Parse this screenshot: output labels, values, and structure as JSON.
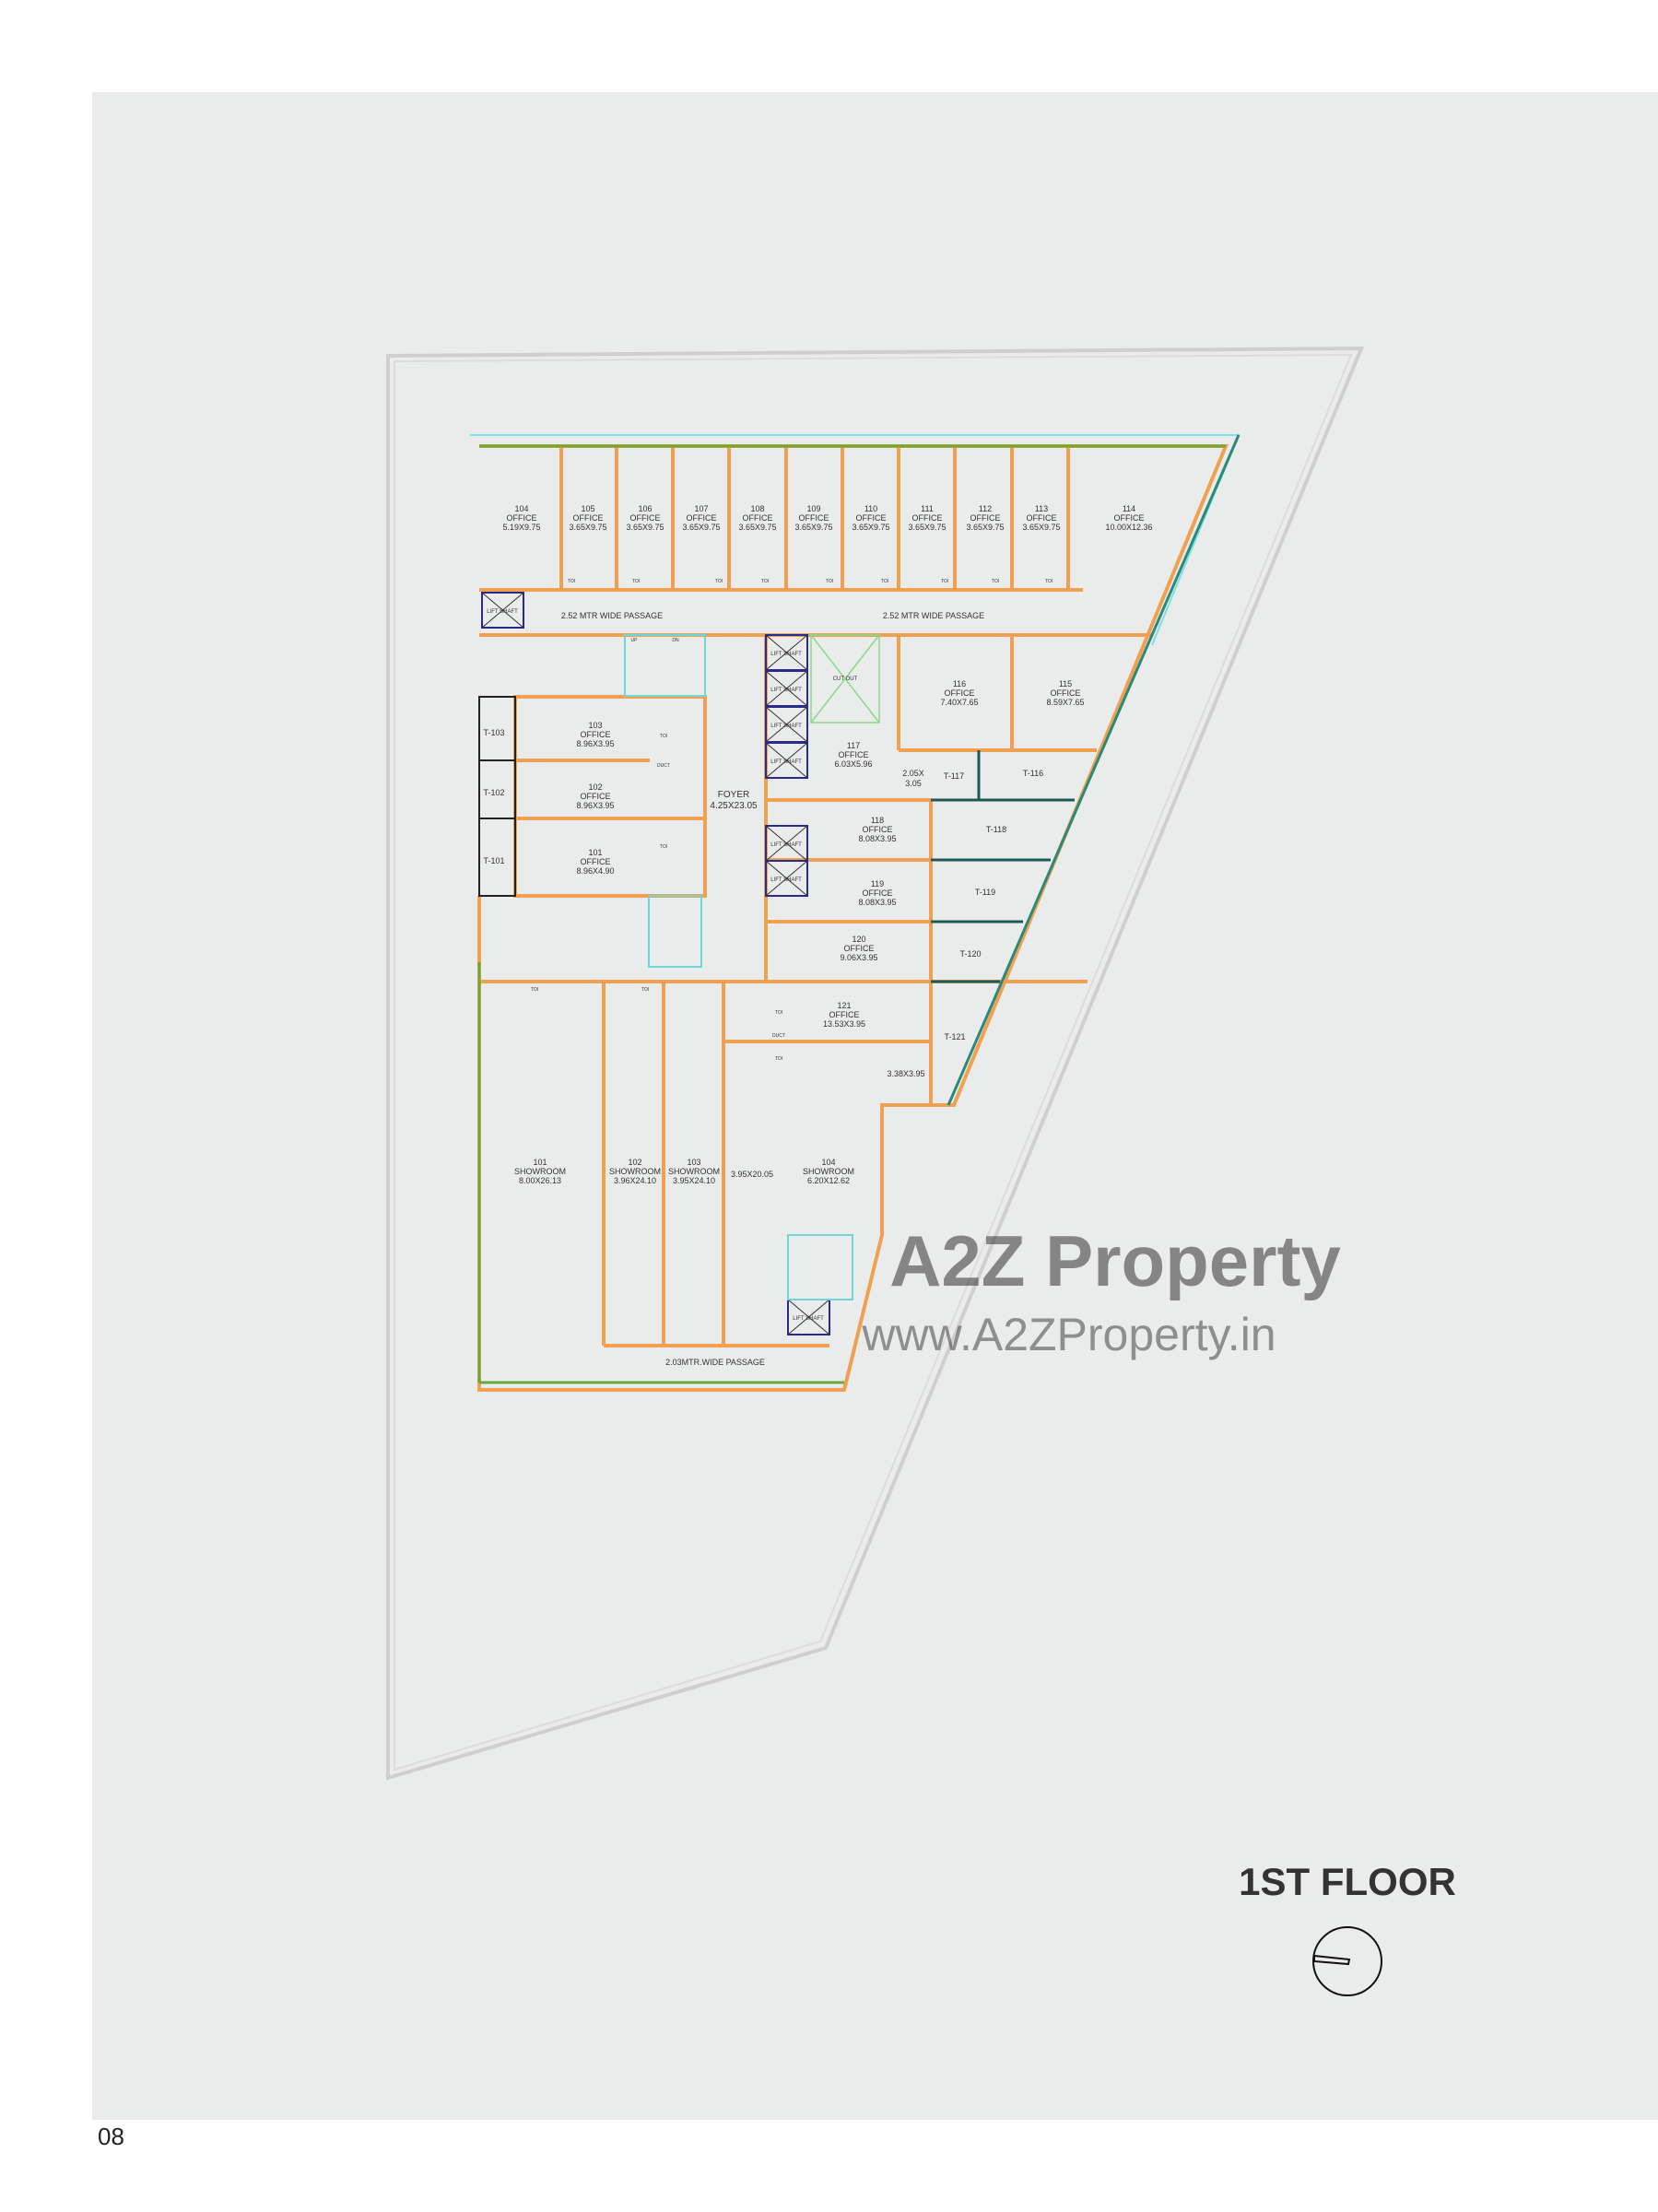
{
  "page_number": "08",
  "title": "1ST FLOOR",
  "compass_icon": "north-arrow-icon",
  "watermark": {
    "logo": "A2Z Property",
    "url": "www.A2ZProperty.in"
  },
  "colors": {
    "background": "#eaebeb",
    "wall": "#f0a050",
    "glass": "#6aaa3a",
    "column": "#2a2a8a",
    "facade": "#2a8a7a",
    "balcony": "#7ee0e0"
  },
  "passages": [
    "2.52 MTR WIDE PASSAGE",
    "2.52 MTR WIDE PASSAGE",
    "2.03MTR.WIDE PASSAGE"
  ],
  "foyer": {
    "name": "FOYER",
    "dim": "4.25X23.05"
  },
  "cut_out": "CUT OUT",
  "misc_dims": [
    "2.05X",
    "3.05",
    "3.38X3.95",
    "3.95X20.05"
  ],
  "lift_label": "LIFT SHAFT",
  "toilet_label": "TOI",
  "duct_label": "DUCT",
  "stair_up": "UP",
  "stair_down": "DN",
  "rooms": [
    {
      "no": "104",
      "type": "OFFICE",
      "dim": "5.19X9.75"
    },
    {
      "no": "105",
      "type": "OFFICE",
      "dim": "3.65X9.75"
    },
    {
      "no": "106",
      "type": "OFFICE",
      "dim": "3.65X9.75"
    },
    {
      "no": "107",
      "type": "OFFICE",
      "dim": "3.65X9.75"
    },
    {
      "no": "108",
      "type": "OFFICE",
      "dim": "3.65X9.75"
    },
    {
      "no": "109",
      "type": "OFFICE",
      "dim": "3.65X9.75"
    },
    {
      "no": "110",
      "type": "OFFICE",
      "dim": "3.65X9.75"
    },
    {
      "no": "111",
      "type": "OFFICE",
      "dim": "3.65X9.75"
    },
    {
      "no": "112",
      "type": "OFFICE",
      "dim": "3.65X9.75"
    },
    {
      "no": "113",
      "type": "OFFICE",
      "dim": "3.65X9.75"
    },
    {
      "no": "114",
      "type": "OFFICE",
      "dim": "10.00X12.36"
    },
    {
      "no": "103",
      "type": "OFFICE",
      "dim": "8.96X3.95"
    },
    {
      "no": "102",
      "type": "OFFICE",
      "dim": "8.96X3.95"
    },
    {
      "no": "101",
      "type": "OFFICE",
      "dim": "8.96X4.90"
    },
    {
      "no": "117",
      "type": "OFFICE",
      "dim": "6.03X5.96"
    },
    {
      "no": "116",
      "type": "OFFICE",
      "dim": "7.40X7.65"
    },
    {
      "no": "115",
      "type": "OFFICE",
      "dim": "8.59X7.65"
    },
    {
      "no": "118",
      "type": "OFFICE",
      "dim": "8.08X3.95"
    },
    {
      "no": "119",
      "type": "OFFICE",
      "dim": "8.08X3.95"
    },
    {
      "no": "120",
      "type": "OFFICE",
      "dim": "9.06X3.95"
    },
    {
      "no": "121",
      "type": "OFFICE",
      "dim": "13.53X3.95"
    },
    {
      "no": "101",
      "type": "SHOWROOM",
      "dim": "8.00X26.13"
    },
    {
      "no": "102",
      "type": "SHOWROOM",
      "dim": "3.96X24.10"
    },
    {
      "no": "103",
      "type": "SHOWROOM",
      "dim": "3.95X24.10"
    },
    {
      "no": "104",
      "type": "SHOWROOM",
      "dim": "6.20X12.62"
    }
  ],
  "terraces": [
    "T-103",
    "T-102",
    "T-101",
    "T-117",
    "T-116",
    "T-118",
    "T-119",
    "T-120",
    "T-121"
  ]
}
